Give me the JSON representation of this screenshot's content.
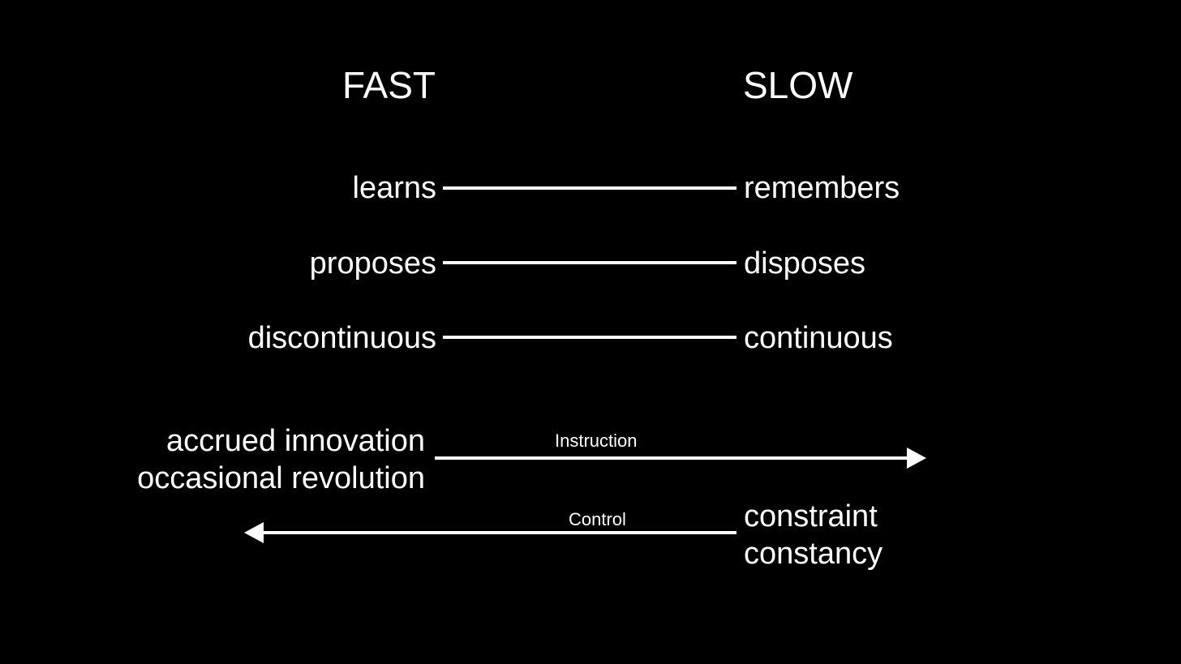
{
  "headers": {
    "fast": "FAST",
    "slow": "SLOW"
  },
  "pairs": [
    {
      "fast": "learns",
      "slow": "remembers"
    },
    {
      "fast": "proposes",
      "slow": "disposes"
    },
    {
      "fast": "discontinuous",
      "slow": "continuous"
    }
  ],
  "instruction": {
    "label": "Instruction",
    "fast_lines": [
      "accrued innovation",
      "occasional revolution"
    ]
  },
  "control": {
    "label": "Control",
    "slow_lines": [
      "constraint",
      "constancy"
    ]
  }
}
